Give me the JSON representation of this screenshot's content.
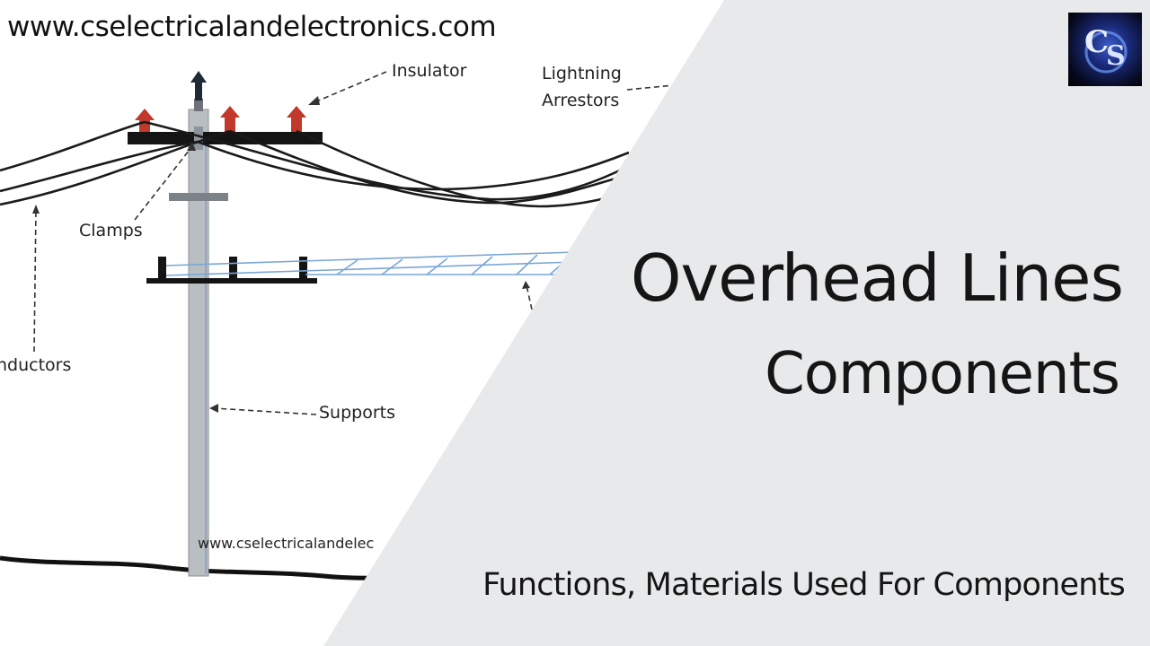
{
  "site_url": "www.cselectricalandelectronics.com",
  "diagram": {
    "labels": {
      "insulator": "Insulator",
      "lightning_arrestors_line1": "Lightning",
      "lightning_arrestors_line2": "Arrestors",
      "clamps": "Clamps",
      "conductors": "nductors",
      "supports": "Supports"
    },
    "watermark": "www.cselectricalandelec"
  },
  "title": {
    "line1": "Overhead Lines",
    "line2": "Components"
  },
  "subtitle": "Functions, Materials Used For Components",
  "logo": {
    "letters": "CS"
  },
  "colors": {
    "panel": "#e8e9eb",
    "pole": "#b9bec3",
    "crossarm": "#141414",
    "insulator": "#c0392b",
    "guard_wire": "#7aa6d6",
    "text": "#151515"
  }
}
